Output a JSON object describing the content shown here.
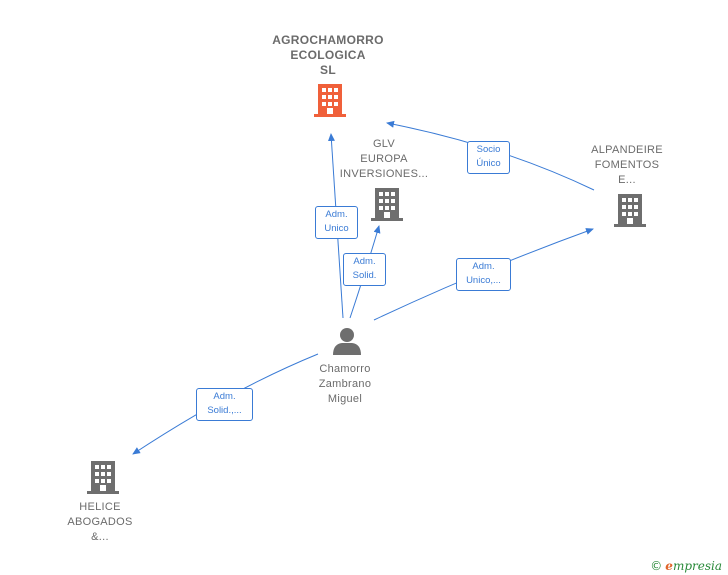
{
  "colors": {
    "edge": "#3a7bd5",
    "building_main": "#f0603a",
    "building": "#6e6e6e",
    "person": "#6e6e6e",
    "label": "#6b6b6b"
  },
  "nodes": {
    "agrochamorro": {
      "lines": [
        "AGROCHAMORRO",
        "ECOLOGICA",
        "SL"
      ],
      "icon": "building-icon"
    },
    "glv": {
      "lines": [
        "GLV",
        "EUROPA",
        "INVERSIONES..."
      ],
      "icon": "building-icon"
    },
    "alpandeire": {
      "lines": [
        "ALPANDEIRE",
        "FOMENTOS",
        "E..."
      ],
      "icon": "building-icon"
    },
    "chamorro": {
      "lines": [
        "Chamorro",
        "Zambrano",
        "Miguel"
      ],
      "icon": "person-icon"
    },
    "helice": {
      "lines": [
        "HELICE",
        "ABOGADOS",
        "&..."
      ],
      "icon": "building-icon"
    }
  },
  "edges": {
    "socio_unico": [
      "Socio",
      "Único"
    ],
    "adm_unico_agro": [
      "Adm.",
      "Unico"
    ],
    "adm_solid_glv": [
      "Adm.",
      "Solid."
    ],
    "adm_unico_alp": [
      "Adm.",
      "Unico,..."
    ],
    "adm_solid_helice": [
      "Adm.",
      "Solid.,..."
    ]
  },
  "footer": {
    "copyright": "©",
    "brand_first": "e",
    "brand_rest": "mpresia"
  }
}
